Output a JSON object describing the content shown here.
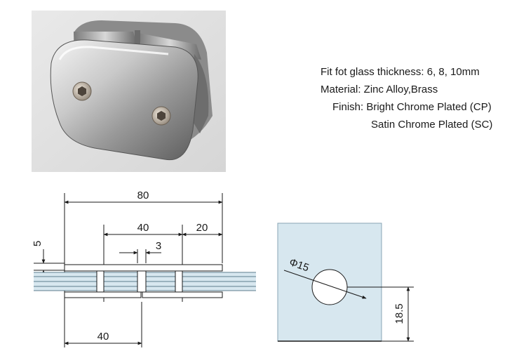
{
  "specs": {
    "thickness": "Fit fot glass thickness: 6, 8, 10mm",
    "material": "Material: Zinc Alloy,Brass",
    "finish_cp": "Finish: Bright Chrome Plated (CP)",
    "finish_sc": "Satin Chrome Plated  (SC)"
  },
  "dimensions": {
    "overall_width": "80",
    "hole_spacing": "40",
    "edge_offset": "20",
    "gap": "3",
    "plate_thickness": "5",
    "bottom_width": "40",
    "hole_diameter": "Φ15",
    "hole_height": "18.5"
  }
}
